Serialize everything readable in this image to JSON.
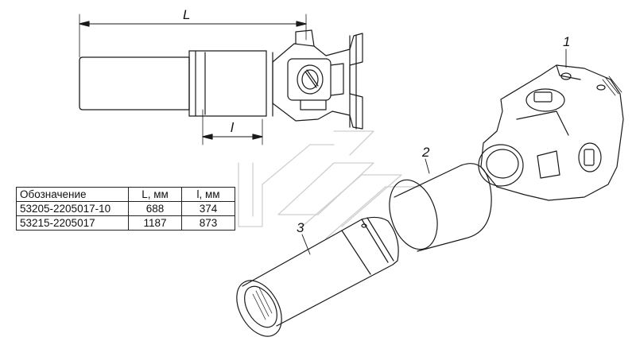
{
  "labels": {
    "dim_L": "L",
    "dim_l": "l",
    "part_1": "1",
    "part_2": "2",
    "part_3": "3"
  },
  "table": {
    "headers": [
      "Обозначение",
      "L, мм",
      "l, мм"
    ],
    "rows": [
      [
        "53205-2205017-10",
        "688",
        "374"
      ],
      [
        "53215-2205017",
        "1187",
        "873"
      ]
    ]
  },
  "colors": {
    "line": "#1a1a1a",
    "watermark": "#d9d9d9"
  }
}
